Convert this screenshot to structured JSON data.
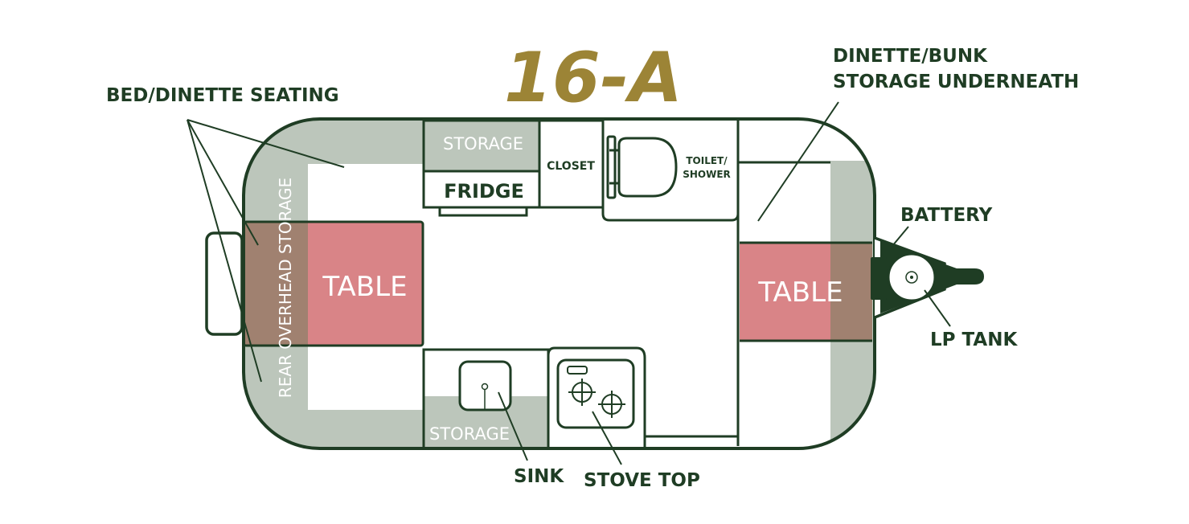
{
  "title": "16-A",
  "colors": {
    "outline": "#1f3d24",
    "title": "#9c8436",
    "seating": "#bcc6bb",
    "table": "#d98487",
    "overhead": "#a08170"
  },
  "callouts": {
    "bed_dinette": "BED/DINETTE SEATING",
    "dinette_bunk_line1": "DINETTE/BUNK",
    "dinette_bunk_line2": "STORAGE UNDERNEATH",
    "battery": "BATTERY",
    "lp_tank": "LP TANK",
    "sink": "SINK",
    "stove_top": "STOVE TOP"
  },
  "rooms": {
    "storage_top": "STORAGE",
    "fridge": "FRIDGE",
    "closet": "CLOSET",
    "toilet_line1": "TOILET/",
    "toilet_line2": "SHOWER",
    "table_left": "TABLE",
    "table_right": "TABLE",
    "rear_overhead": "REAR OVERHEAD STORAGE",
    "storage_bottom": "STORAGE"
  }
}
